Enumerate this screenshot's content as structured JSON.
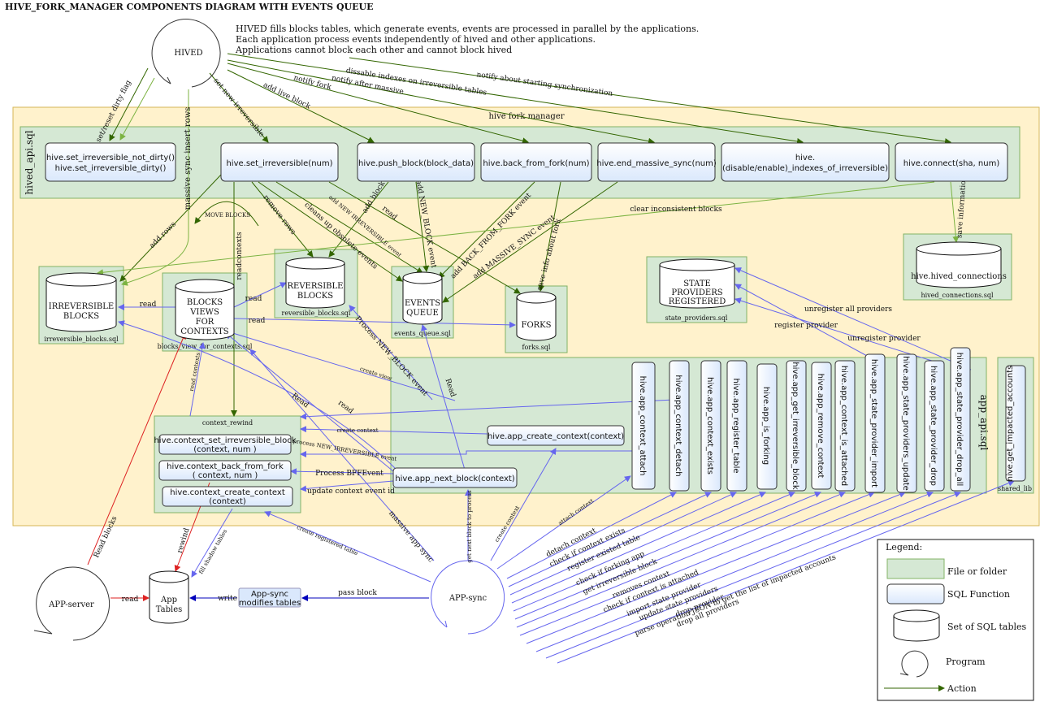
{
  "title": "HIVE_FORK_MANAGER COMPONENTS DIAGRAM WITH EVENTS QUEUE",
  "description": [
    "HIVED fills blocks tables, which generate events, events are processed in parallel by the applications.",
    "Each application process events independently of hived and other applications.",
    "Applications cannot block each other and cannot block hived"
  ],
  "programs": {
    "hived": "HIVED",
    "app_server": "APP-server",
    "app_sync": "APP-sync"
  },
  "clusters": {
    "fork_manager": "hive fork manager",
    "hived_api": "hived_api.sql",
    "app_api": "app_api.sql",
    "shared_lib": "shared_lib",
    "context_rewind": "context_rewind",
    "irreversible_sql": "irreversible_blocks.sql",
    "blocks_view_sql": "blocks_view_for_contexts.sql",
    "reversible_sql": "reversible_blocks.sql",
    "events_sql": "events_queue.sql",
    "forks_sql": "forks.sql",
    "state_sql": "state_providers.sql",
    "hived_conn_sql": "hived_connections.sql"
  },
  "tables": {
    "irreversible": [
      "IRREVERSIBLE",
      "BLOCKS"
    ],
    "blocks_views": [
      "BLOCKS",
      "VIEWS",
      "FOR",
      "CONTEXTS"
    ],
    "reversible": [
      "REVERSIBLE",
      "BLOCKS"
    ],
    "events": [
      "EVENTS",
      "QUEUE"
    ],
    "forks": [
      "FORKS"
    ],
    "state": [
      "STATE",
      "PROVIDERS",
      "REGISTERED"
    ],
    "hived_conn": [
      "hive.hived_connections"
    ],
    "app_tables": [
      "App",
      "Tables"
    ]
  },
  "hived_functions": {
    "dirty": [
      "hive.set_irreversible_not_dirty()",
      "hive.set_irreversible_dirty()"
    ],
    "set_irreversible": "hive.set_irreversible(num)",
    "push_block": "hive.push_block(block_data)",
    "back_from_fork": "hive.back_from_fork(num)",
    "end_massive": "hive.end_massive_sync(num)",
    "indexes": [
      "hive.",
      "(disable/enable)_indexes_of_irreversible)"
    ],
    "connect": "hive.connect(sha, num)"
  },
  "context_functions": {
    "set_irr": [
      "hive.context_set_irreversible_block",
      "(context, num )"
    ],
    "back_fork": [
      "hive.context_back_from_fork",
      "( context, num )"
    ],
    "create": [
      "hive.context_create_context",
      "(context)"
    ]
  },
  "app_functions": {
    "create_context": "hive.app_create_context(context)",
    "next_block": "hive.app_next_block(context)",
    "vertical": [
      "hive.app_context_attach",
      "hive.app_context_detach",
      "hive.app_context_exists",
      "hive.app_register_table",
      "hive.app_is_forking",
      "hive.app_get_irreversible_block",
      "hive.app_remove_context",
      "hive.app_context_is_attached",
      "hive.app_state_provider_import",
      "hive.app_state_providers_update",
      "hive.app_state_provider_drop",
      "hive.app_state_provider_drop_all"
    ],
    "impacted": "hive.get_impacted_accounts"
  },
  "app_sync_modifies": [
    "App-sync",
    "modifies tables"
  ],
  "edge_labels": {
    "set_reset_dirty": "set/reset dirty flag",
    "massive_sync_insert": "massive sync insert rows",
    "set_new_irreversible": "set new irreversible",
    "add_live_block": "add live block",
    "notify_fork": "notify fork",
    "notify_after_massive": "notify after massive",
    "disable_indexes": "dissable indexes on irreversible tables",
    "notify_start": "notify about starting synchronization",
    "add_rows": "add rows",
    "move_blocks": "MOVE BLOCKS",
    "readcontexts": "readcontexts",
    "remove_rows": "remove rows",
    "cleans_up": "cleans up obsolete events",
    "add_new_irreversible": "add NEW IRREVERSIBLE event",
    "add_block": "add block",
    "read1": "read",
    "add_new_block": "add NEW_BLOCK event",
    "add_back_from_fork": "add BACK_FROM_FORK event",
    "add_massive_sync": "add MASSIVE_SYNC event",
    "save_info_fork": "save info about fork",
    "clear_inconsistent": "clear inconsistent blocks",
    "save_information": "save information",
    "read_irr": "read",
    "read_rev": "read",
    "read_forks": "read",
    "read_contexts": "read contexts",
    "create_view": "create view",
    "process_new_block": "Process NEW_BLOCK event",
    "read_cap": "Read",
    "read_events": "Read",
    "read_small": "read",
    "read_cap2": "Read",
    "create_context": "create context",
    "process_new_irr": "process NEW_IRREVERSIBLE event",
    "process_bff": "Process BFFEvent",
    "update_context": "update context event id",
    "unregister_all": "unregister all providers",
    "register_provider": "register provider",
    "unregister_provider": "unregister provider",
    "read_blocks": "Read blocks",
    "rewind": "rewind",
    "fill_shadow": "fill shadow tables",
    "create_registered": "create registered table",
    "massive_app_sync": "massive app sync",
    "get_next_block": "get next block to process",
    "create_context2": "create context",
    "attach_context": "attach context",
    "read_app": "read",
    "write": "write",
    "pass_block": "pass block",
    "detach_context": "detach context",
    "check_exists": "check if context exists",
    "register_existed": "register existed table",
    "check_forking": "check if forking app",
    "get_irreversible": "get irreversible block",
    "removes_context": "removes context",
    "check_attached": "check if context is attached",
    "import_state": "import state provider",
    "update_state": "update state providers",
    "drop_provider": "drop provider",
    "drop_all": "drop all providers",
    "parse_json": "parse operation JSON to get the list of impacted accounts"
  },
  "legend": {
    "title": "Legend:",
    "file": "File or folder",
    "sql_function": "SQL Function",
    "tables": "Set of SQL tables",
    "program": "Program",
    "action": "Action"
  },
  "colors": {
    "fork_bg": "#fff2cc",
    "fork_border": "#d6b656",
    "file_bg": "#d5e8d4",
    "file_border": "#82b366",
    "func_top": "#ffffff",
    "func_bottom": "#dae8fc",
    "func_border": "#333333",
    "edge_green": "#336600",
    "edge_lightgreen": "#7cb342",
    "edge_blue": "#6666ee",
    "edge_red": "#dd2222",
    "edge_darkblue": "#0000bb"
  }
}
